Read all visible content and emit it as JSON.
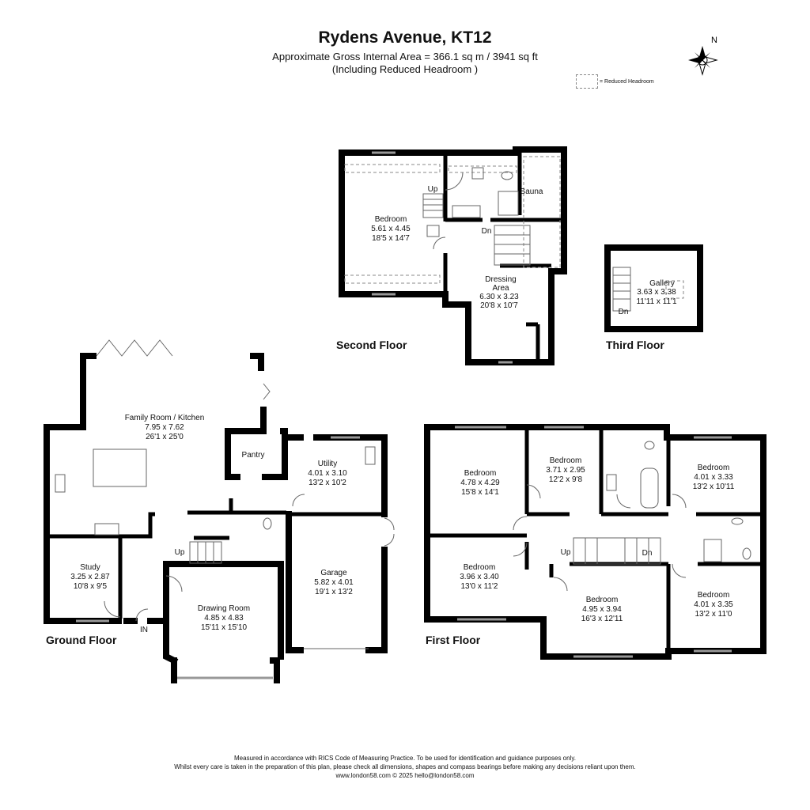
{
  "header": {
    "title": "Rydens Avenue, KT12",
    "area": "Approximate Gross Internal Area = 366.1 sq m / 3941 sq ft",
    "note": "(Including Reduced Headroom )"
  },
  "legend": {
    "label": "= Reduced Headroom"
  },
  "compass": {
    "label": "N"
  },
  "floors": {
    "ground": {
      "name": "Ground Floor",
      "rooms": [
        {
          "name": "Family Room / Kitchen",
          "metric": "7.95 x 7.62",
          "imperial": "26'1 x 25'0"
        },
        {
          "name": "Pantry"
        },
        {
          "name": "Utility",
          "metric": "4.01 x 3.10",
          "imperial": "13'2 x 10'2"
        },
        {
          "name": "Study",
          "metric": "3.25 x 2.87",
          "imperial": "10'8 x 9'5"
        },
        {
          "name": "Drawing Room",
          "metric": "4.85 x 4.83",
          "imperial": "15'11 x 15'10"
        },
        {
          "name": "Garage",
          "metric": "5.82 x 4.01",
          "imperial": "19'1 x 13'2"
        }
      ],
      "up": "Up",
      "entrance": "IN"
    },
    "first": {
      "name": "First Floor",
      "rooms": [
        {
          "name": "Bedroom",
          "metric": "4.78 x 4.29",
          "imperial": "15'8 x 14'1"
        },
        {
          "name": "Bedroom",
          "metric": "3.71 x 2.95",
          "imperial": "12'2 x 9'8"
        },
        {
          "name": "Bedroom",
          "metric": "4.01 x 3.33",
          "imperial": "13'2 x 10'11"
        },
        {
          "name": "Bedroom",
          "metric": "3.96 x 3.40",
          "imperial": "13'0 x 11'2"
        },
        {
          "name": "Bedroom",
          "metric": "4.95 x 3.94",
          "imperial": "16'3 x 12'11"
        },
        {
          "name": "Bedroom",
          "metric": "4.01 x 3.35",
          "imperial": "13'2 x 11'0"
        }
      ],
      "up": "Up",
      "down": "Dn"
    },
    "second": {
      "name": "Second Floor",
      "rooms": [
        {
          "name": "Bedroom",
          "metric": "5.61 x 4.45",
          "imperial": "18'5 x 14'7"
        },
        {
          "name": "Sauna"
        },
        {
          "name_line1": "Dressing",
          "name_line2": "Area",
          "metric": "6.30 x 3.23",
          "imperial": "20'8 x 10'7"
        }
      ],
      "up": "Up",
      "down": "Dn"
    },
    "third": {
      "name": "Third Floor",
      "rooms": [
        {
          "name": "Gallery",
          "metric": "3.63 x 3.38",
          "imperial": "11'11 x 11'1"
        }
      ],
      "down": "Dn"
    }
  },
  "footer": {
    "line1": "Measured in accordance with RICS Code of Measuring Practice. To be used for identification and guidance purposes only.",
    "line2": "Whilst every care is taken in the preparation of this plan, please check all dimensions, shapes and compass bearings before making any decisions reliant upon them.",
    "line3": "www.london58.com © 2025 hello@london58.com"
  }
}
